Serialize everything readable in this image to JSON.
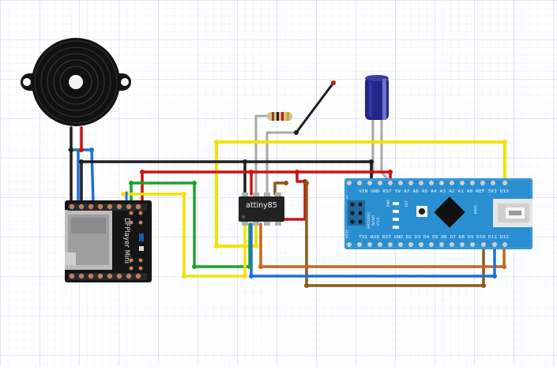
{
  "labels": {
    "ic": "attiny85",
    "dfplayer": "DFPlayer Mini",
    "nano_brand": "ARDUINO",
    "nano_model": "NANO",
    "nano_version": "V3.0",
    "nano_year": "2009",
    "nano_icsp": "ICSP",
    "nano_rst": "RST",
    "nano_pwr": "PWR",
    "nano_pin_1": "1",
    "nano_top_pins": "VIN GND RST 5V A7 A6 A5 A4 A3 A2 A1 A0 REF 3V3 D13",
    "nano_bottom_pins": "TX1 RX0 RST GND D2 D3 D4 D5 D6 D7 D8 D9 D10 D11 D12"
  },
  "colors": {
    "background": "#ffffff",
    "grid_minor": "#dde4f2",
    "grid_major": "#b7c5e0",
    "wire_black": "#1e1e1e",
    "wire_red": "#cc1212",
    "wire_blue": "#1f6fd6",
    "wire_green": "#1ea22e",
    "wire_yellow": "#f1e10a",
    "wire_orange": "#c8641c",
    "wire_brown": "#8a5a1a",
    "wire_gray": "#a8a8a8",
    "nano_board": "#2a8fd0",
    "chip": "#222222"
  }
}
